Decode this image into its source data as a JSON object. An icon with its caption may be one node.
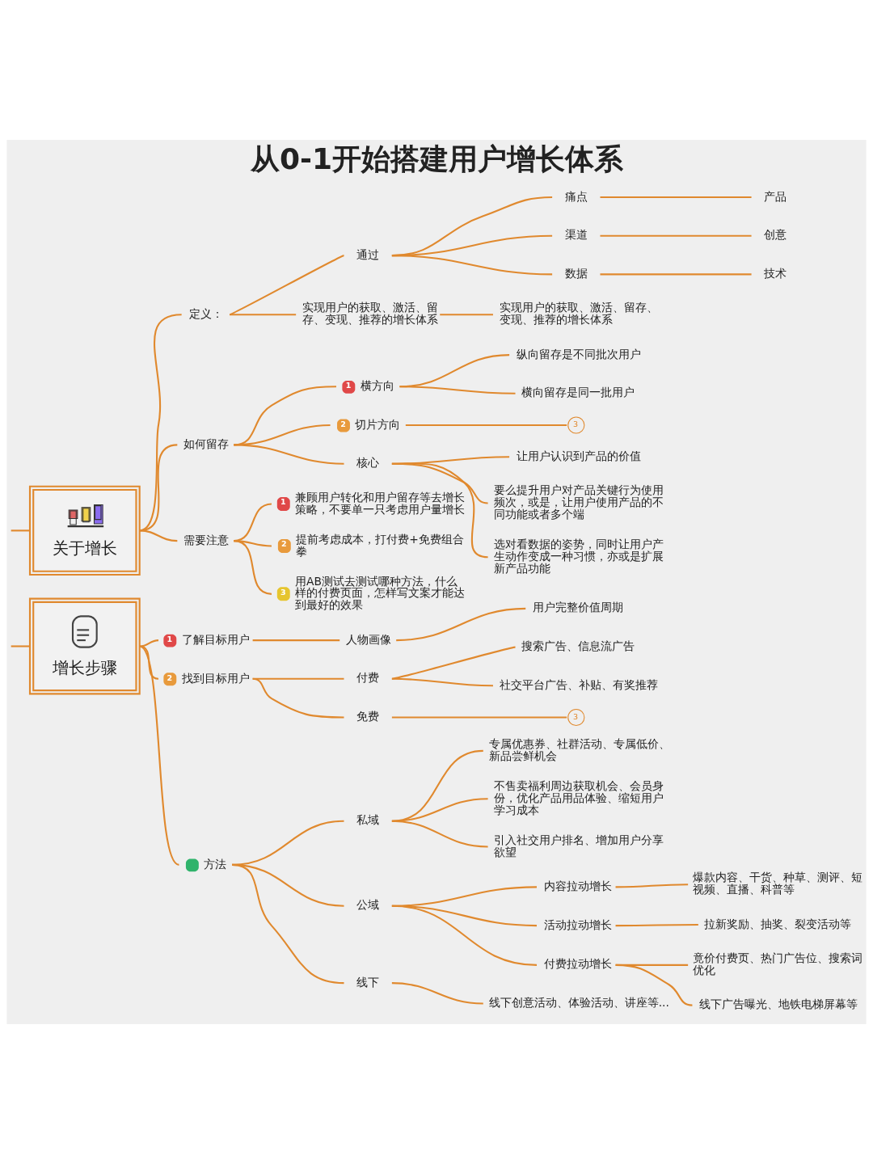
{
  "diagram": {
    "title": "从0-1开始搭建用户增长体系",
    "nodes": [
      {
        "text": [
          "关于增长"
        ]
      },
      {
        "text": [
          "定义："
        ]
      },
      {
        "text": [
          "通过"
        ]
      },
      {
        "text": [
          "痛点"
        ]
      },
      {
        "text": [
          "产品"
        ]
      },
      {
        "text": [
          "渠道"
        ]
      },
      {
        "text": [
          "创意"
        ]
      },
      {
        "text": [
          "数据"
        ]
      },
      {
        "text": [
          "技术"
        ]
      },
      {
        "text": [
          "实现用户的获取、激活、留存、变现、推荐的增长体系"
        ]
      },
      {
        "text": [
          "实现用户的获取、激活、留存、变现、推荐的增长体系"
        ]
      },
      {
        "text": [
          "如何留存"
        ]
      },
      {
        "text": [
          "1",
          "横方向"
        ]
      },
      {
        "text": [
          "纵向留存是不同批次用户"
        ]
      },
      {
        "text": [
          "横向留存是同一批用户"
        ]
      },
      {
        "text": [
          "2",
          "切片方向"
        ]
      },
      {
        "text": [
          "3"
        ]
      },
      {
        "text": [
          "核心"
        ]
      },
      {
        "text": [
          "让用户认识到产品的价值"
        ]
      },
      {
        "text": [
          "要么提升用户对产品关键行为使用频次，或是，让用户使用产品的不同功能或者多个端"
        ]
      },
      {
        "text": [
          "选对看数据的姿势，同时让用户产生动作变成一种习惯，亦或是扩展新产品功能"
        ]
      },
      {
        "text": [
          "需要注意"
        ]
      },
      {
        "text": [
          "1",
          "兼顾用户转化和用户留存等去增长策略，不要单一只考虑用户量增长"
        ]
      },
      {
        "text": [
          "2",
          "提前考虑成本，打付费+免费组合拳"
        ]
      },
      {
        "text": [
          "3",
          "用AB测试去测试哪种方法，什么样的付费页面，怎样写文案才能达到最好的效果"
        ]
      },
      {
        "text": [
          "增长步骤"
        ]
      },
      {
        "text": [
          "1",
          "了解目标用户"
        ]
      },
      {
        "text": [
          "人物画像"
        ]
      },
      {
        "text": [
          "用户完整价值周期"
        ]
      },
      {
        "text": [
          "2",
          "找到目标用户"
        ]
      },
      {
        "text": [
          "付费"
        ]
      },
      {
        "text": [
          "搜索广告、信息流广告"
        ]
      },
      {
        "text": [
          "社交平台广告、补贴、有奖推荐"
        ]
      },
      {
        "text": [
          "免费"
        ]
      },
      {
        "text": [
          "3"
        ]
      },
      {
        "text": [
          "方法"
        ]
      },
      {
        "text": [
          "私域"
        ]
      },
      {
        "text": [
          "专属优惠券、社群活动、专属低价、新品尝鲜机会"
        ]
      },
      {
        "text": [
          "不售卖福利周边获取机会、会员身份，优化产品用品体验、缩短用户学习成本"
        ]
      },
      {
        "text": [
          "引入社交用户排名、增加用户分享欲望"
        ]
      },
      {
        "text": [
          "公域"
        ]
      },
      {
        "text": [
          "内容拉动增长"
        ]
      },
      {
        "text": [
          "爆款内容、干货、种草、测评、短视频、直播、科普等"
        ]
      },
      {
        "text": [
          "活动拉动增长"
        ]
      },
      {
        "text": [
          "拉新奖励、抽奖、裂变活动等"
        ]
      },
      {
        "text": [
          "付费拉动增长"
        ]
      },
      {
        "text": [
          "竟价付费页、热门广告位、搜索词优化"
        ]
      },
      {
        "text": [
          "线下广告曝光、地铁电梯屏幕等"
        ]
      },
      {
        "text": [
          "线下"
        ]
      },
      {
        "text": [
          "线下创意活动、体验活动、讲座等..."
        ]
      }
    ],
    "edges": [
      {
        "from": null,
        "to": 0,
        "arrow": "none"
      },
      {
        "from": 0,
        "to": 1,
        "arrow": "none"
      },
      {
        "from": 1,
        "to": 2,
        "arrow": "none"
      },
      {
        "from": 2,
        "to": 3,
        "arrow": "none"
      },
      {
        "from": 3,
        "to": 4,
        "arrow": "none"
      },
      {
        "from": 2,
        "to": 5,
        "arrow": "none"
      },
      {
        "from": 5,
        "to": 6,
        "arrow": "none"
      },
      {
        "from": 2,
        "to": 7,
        "arrow": "none"
      },
      {
        "from": 7,
        "to": 8,
        "arrow": "none"
      },
      {
        "from": 1,
        "to": 9,
        "arrow": "none"
      },
      {
        "from": 9,
        "to": 10,
        "arrow": "none"
      },
      {
        "from": 0,
        "to": 11,
        "arrow": "none"
      },
      {
        "from": 11,
        "to": 12,
        "arrow": "none"
      },
      {
        "from": 12,
        "to": 13,
        "arrow": "none"
      },
      {
        "from": 12,
        "to": 14,
        "arrow": "none"
      },
      {
        "from": 11,
        "to": 15,
        "arrow": "none"
      },
      {
        "from": 15,
        "to": 16,
        "arrow": "none"
      },
      {
        "from": 11,
        "to": 17,
        "arrow": "none"
      },
      {
        "from": 17,
        "to": 18,
        "arrow": "none"
      },
      {
        "from": 17,
        "to": 19,
        "arrow": "none"
      },
      {
        "from": 17,
        "to": 20,
        "arrow": "none"
      },
      {
        "from": 0,
        "to": 21,
        "arrow": "none"
      },
      {
        "from": 21,
        "to": 22,
        "arrow": "none"
      },
      {
        "from": 21,
        "to": 23,
        "arrow": "none"
      },
      {
        "from": 21,
        "to": 24,
        "arrow": "none"
      },
      {
        "from": null,
        "to": 25,
        "arrow": "none"
      },
      {
        "from": 25,
        "to": 26,
        "arrow": "none"
      },
      {
        "from": 26,
        "to": 27,
        "arrow": "none"
      },
      {
        "from": 27,
        "to": 28,
        "arrow": "none"
      },
      {
        "from": 25,
        "to": 29,
        "arrow": "none"
      },
      {
        "from": 29,
        "to": 30,
        "arrow": "none"
      },
      {
        "from": 30,
        "to": 31,
        "arrow": "none"
      },
      {
        "from": 30,
        "to": 32,
        "arrow": "none"
      },
      {
        "from": 29,
        "to": 33,
        "arrow": "none"
      },
      {
        "from": 33,
        "to": 34,
        "arrow": "none"
      },
      {
        "from": 25,
        "to": 35,
        "arrow": "none"
      },
      {
        "from": 35,
        "to": 36,
        "arrow": "none"
      },
      {
        "from": 36,
        "to": 37,
        "arrow": "none"
      },
      {
        "from": 36,
        "to": 38,
        "arrow": "none"
      },
      {
        "from": 36,
        "to": 39,
        "arrow": "none"
      },
      {
        "from": 35,
        "to": 40,
        "arrow": "none"
      },
      {
        "from": 40,
        "to": 41,
        "arrow": "none"
      },
      {
        "from": 41,
        "to": 42,
        "arrow": "none"
      },
      {
        "from": 40,
        "to": 43,
        "arrow": "none"
      },
      {
        "from": 43,
        "to": 44,
        "arrow": "none"
      },
      {
        "from": 40,
        "to": 45,
        "arrow": "none"
      },
      {
        "from": 45,
        "to": 46,
        "arrow": "none"
      },
      {
        "from": 45,
        "to": 47,
        "arrow": "none"
      },
      {
        "from": 35,
        "to": 48,
        "arrow": "none"
      },
      {
        "from": 48,
        "to": 49,
        "arrow": "none"
      }
    ]
  }
}
